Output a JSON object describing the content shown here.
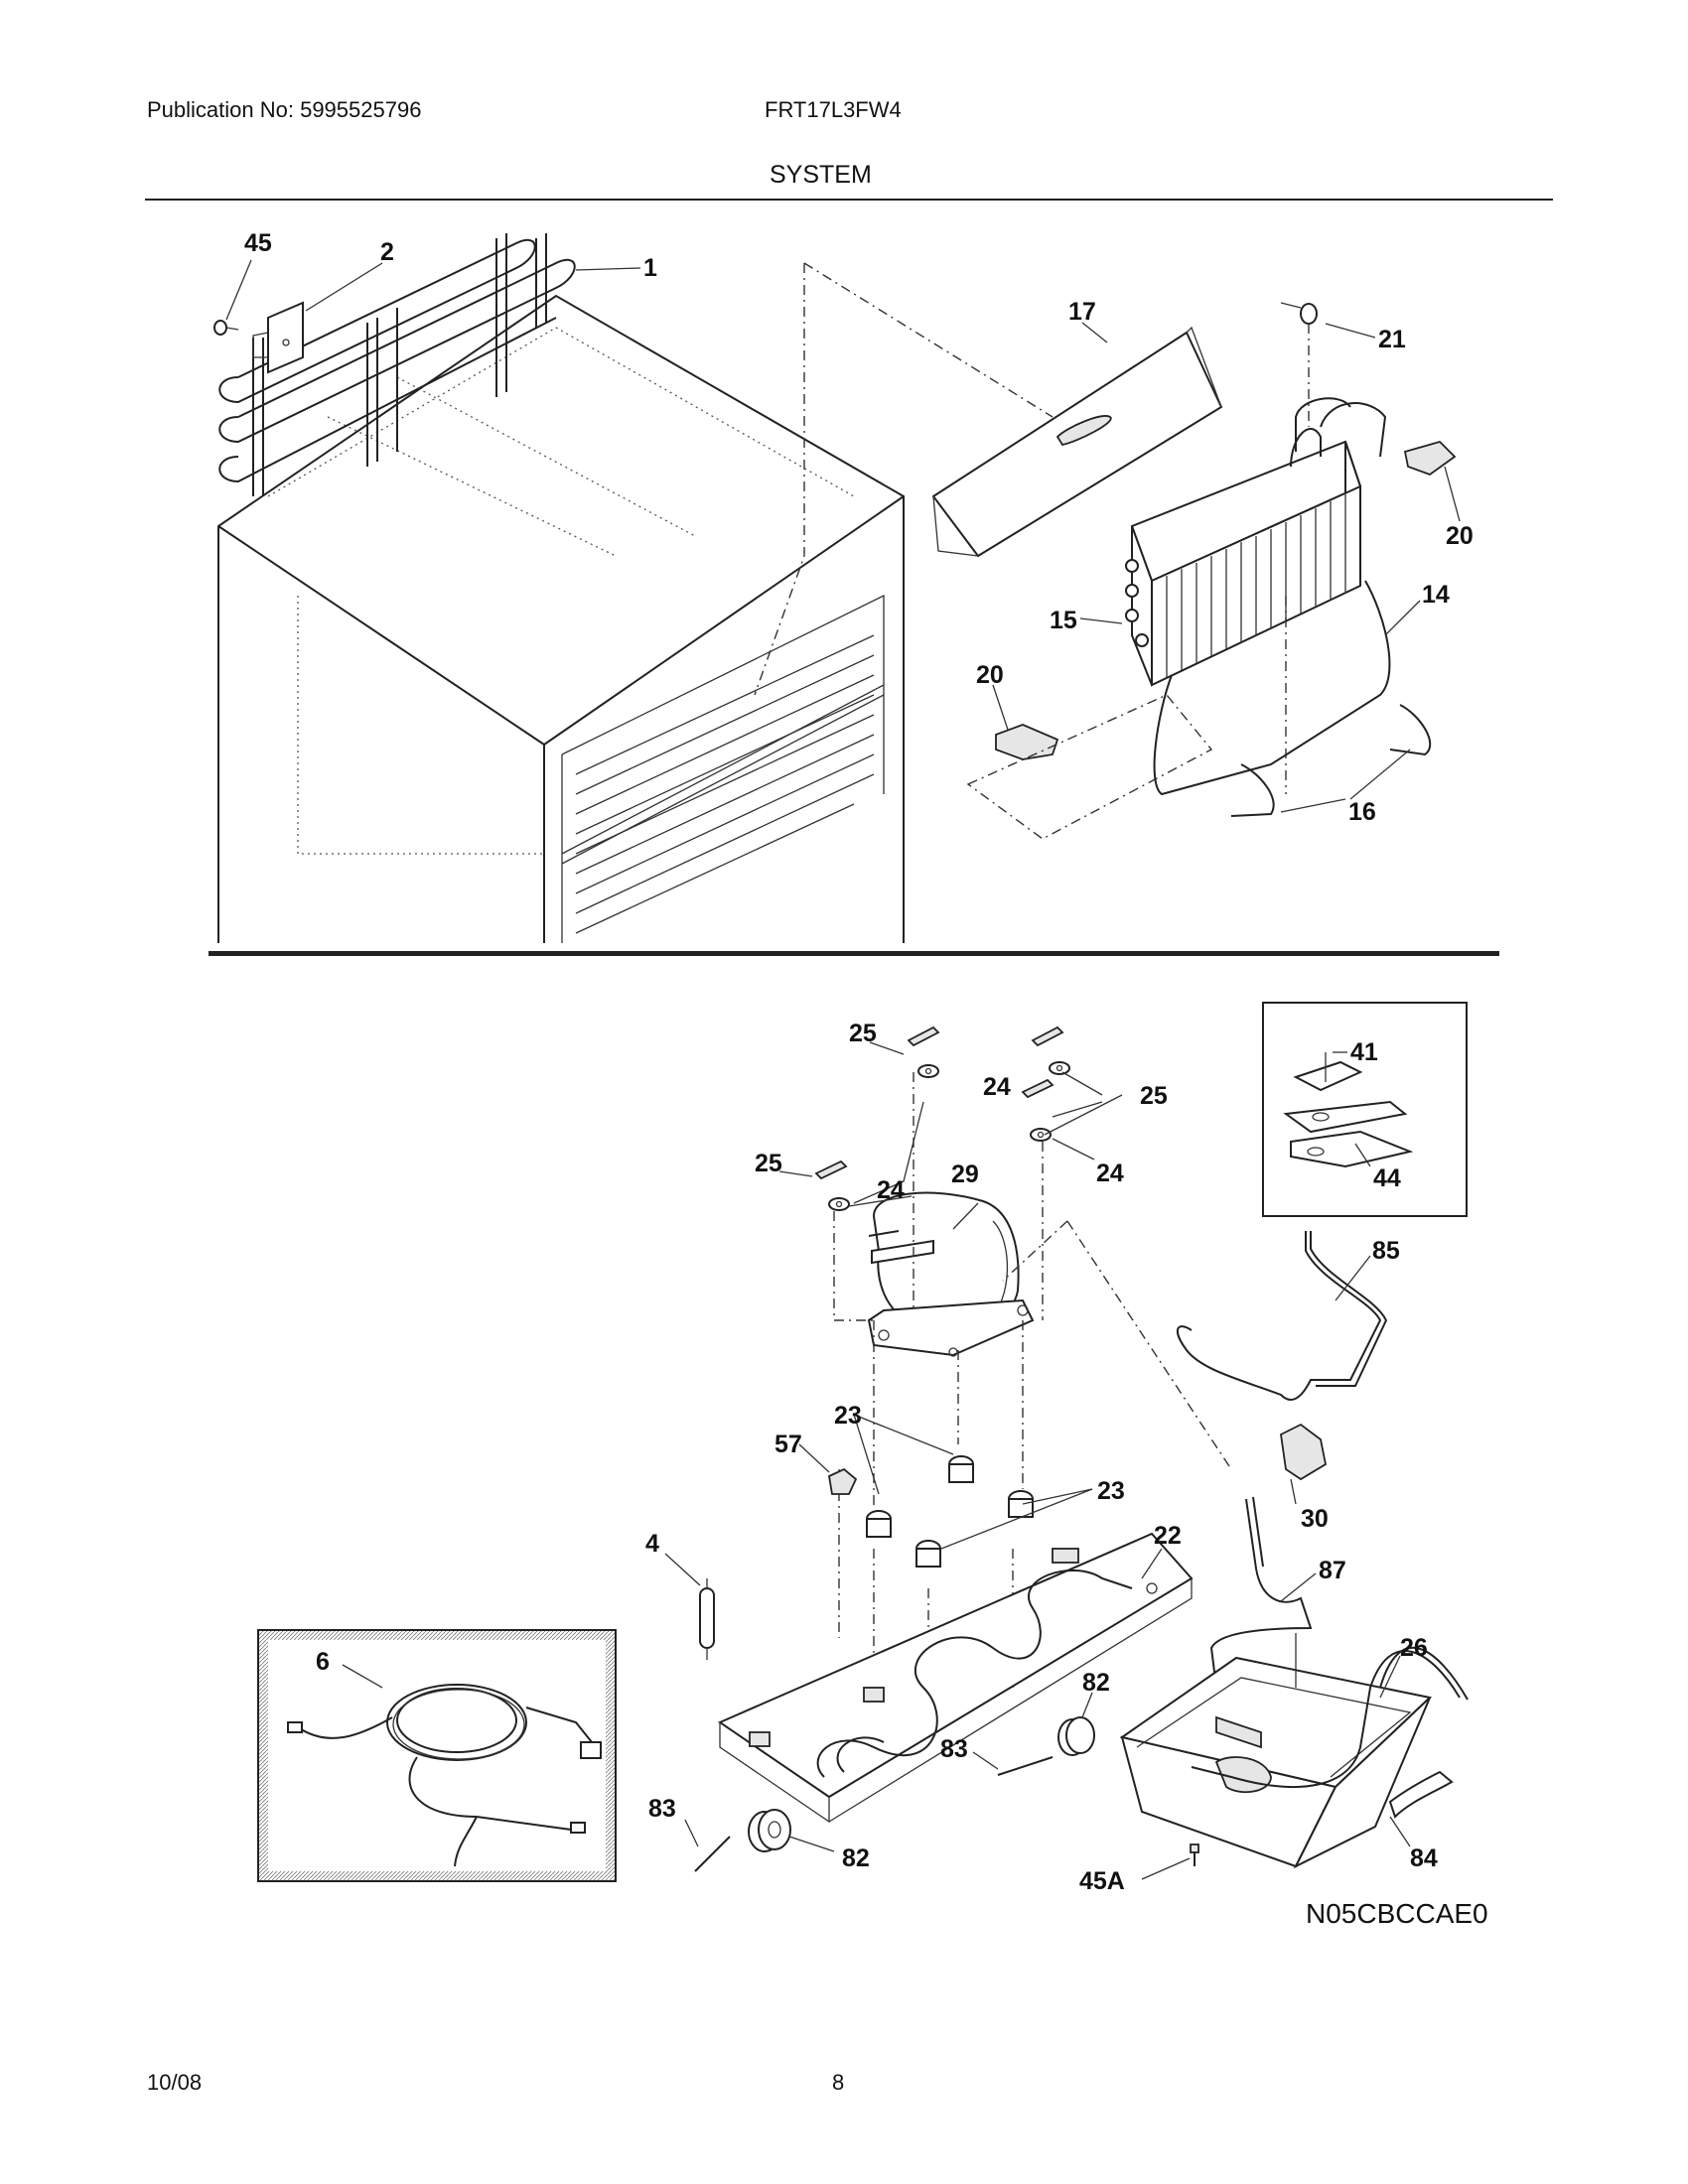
{
  "header": {
    "publication": "Publication No: 5995525796",
    "model": "FRT17L3FW4",
    "section_title": "SYSTEM"
  },
  "footer": {
    "date": "10/08",
    "page": "8"
  },
  "diagram_code": "N05CBCCAE0",
  "callouts": {
    "c45": "45",
    "c2": "2",
    "c1": "1",
    "c17": "17",
    "c21": "21",
    "c20a": "20",
    "c14": "14",
    "c15": "15",
    "c20b": "20",
    "c16": "16",
    "c25a": "25",
    "c25b": "25",
    "c25c": "25",
    "c24a": "24",
    "c24b": "24",
    "c24c": "24",
    "c29": "29",
    "c41": "41",
    "c44": "44",
    "c85": "85",
    "c23a": "23",
    "c23b": "23",
    "c57": "57",
    "c30": "30",
    "c22": "22",
    "c4": "4",
    "c87": "87",
    "c26": "26",
    "c6": "6",
    "c82a": "82",
    "c83a": "83",
    "c83b": "83",
    "c82b": "82",
    "c84": "84",
    "c45a": "45A"
  }
}
